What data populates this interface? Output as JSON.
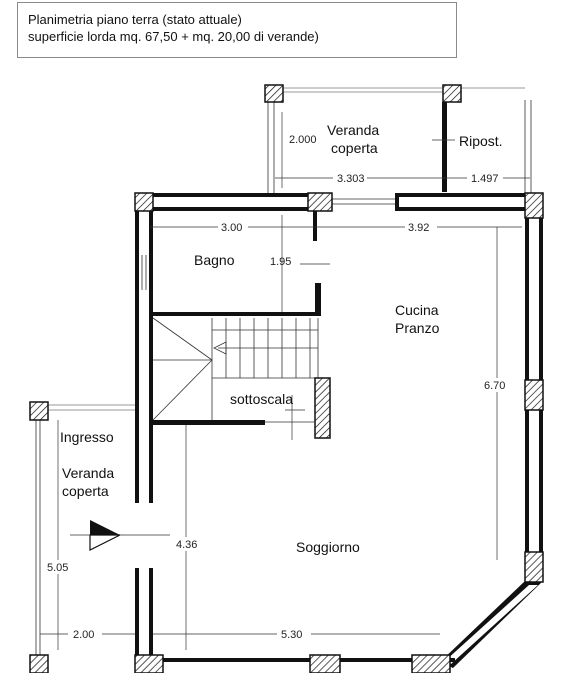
{
  "caption": {
    "line1": "Planimetria piano terra (stato attuale)",
    "line2": "superficie lorda mq. 67,50 + mq. 20,00 di verande)"
  },
  "rooms": {
    "veranda_top_1": "Veranda",
    "veranda_top_2": "coperta",
    "ripost": "Ripost.",
    "bagno": "Bagno",
    "cucina_1": "Cucina",
    "cucina_2": "Pranzo",
    "sottoscala": "sottoscala",
    "ingresso": "Ingresso",
    "veranda_left_1": "Veranda",
    "veranda_left_2": "coperta",
    "soggiorno": "Soggiorno"
  },
  "dimensions": {
    "veranda_h": "2.000",
    "veranda_w": "3.303",
    "ripost_w": "1.497",
    "bagno_w": "3.00",
    "cucina_w": "3.92",
    "bagno_h": "1.95",
    "cucina_h": "6.70",
    "soggiorno_h": "4.36",
    "veranda_left_h": "5.05",
    "veranda_left_w": "2.00",
    "soggiorno_w": "5.30"
  }
}
